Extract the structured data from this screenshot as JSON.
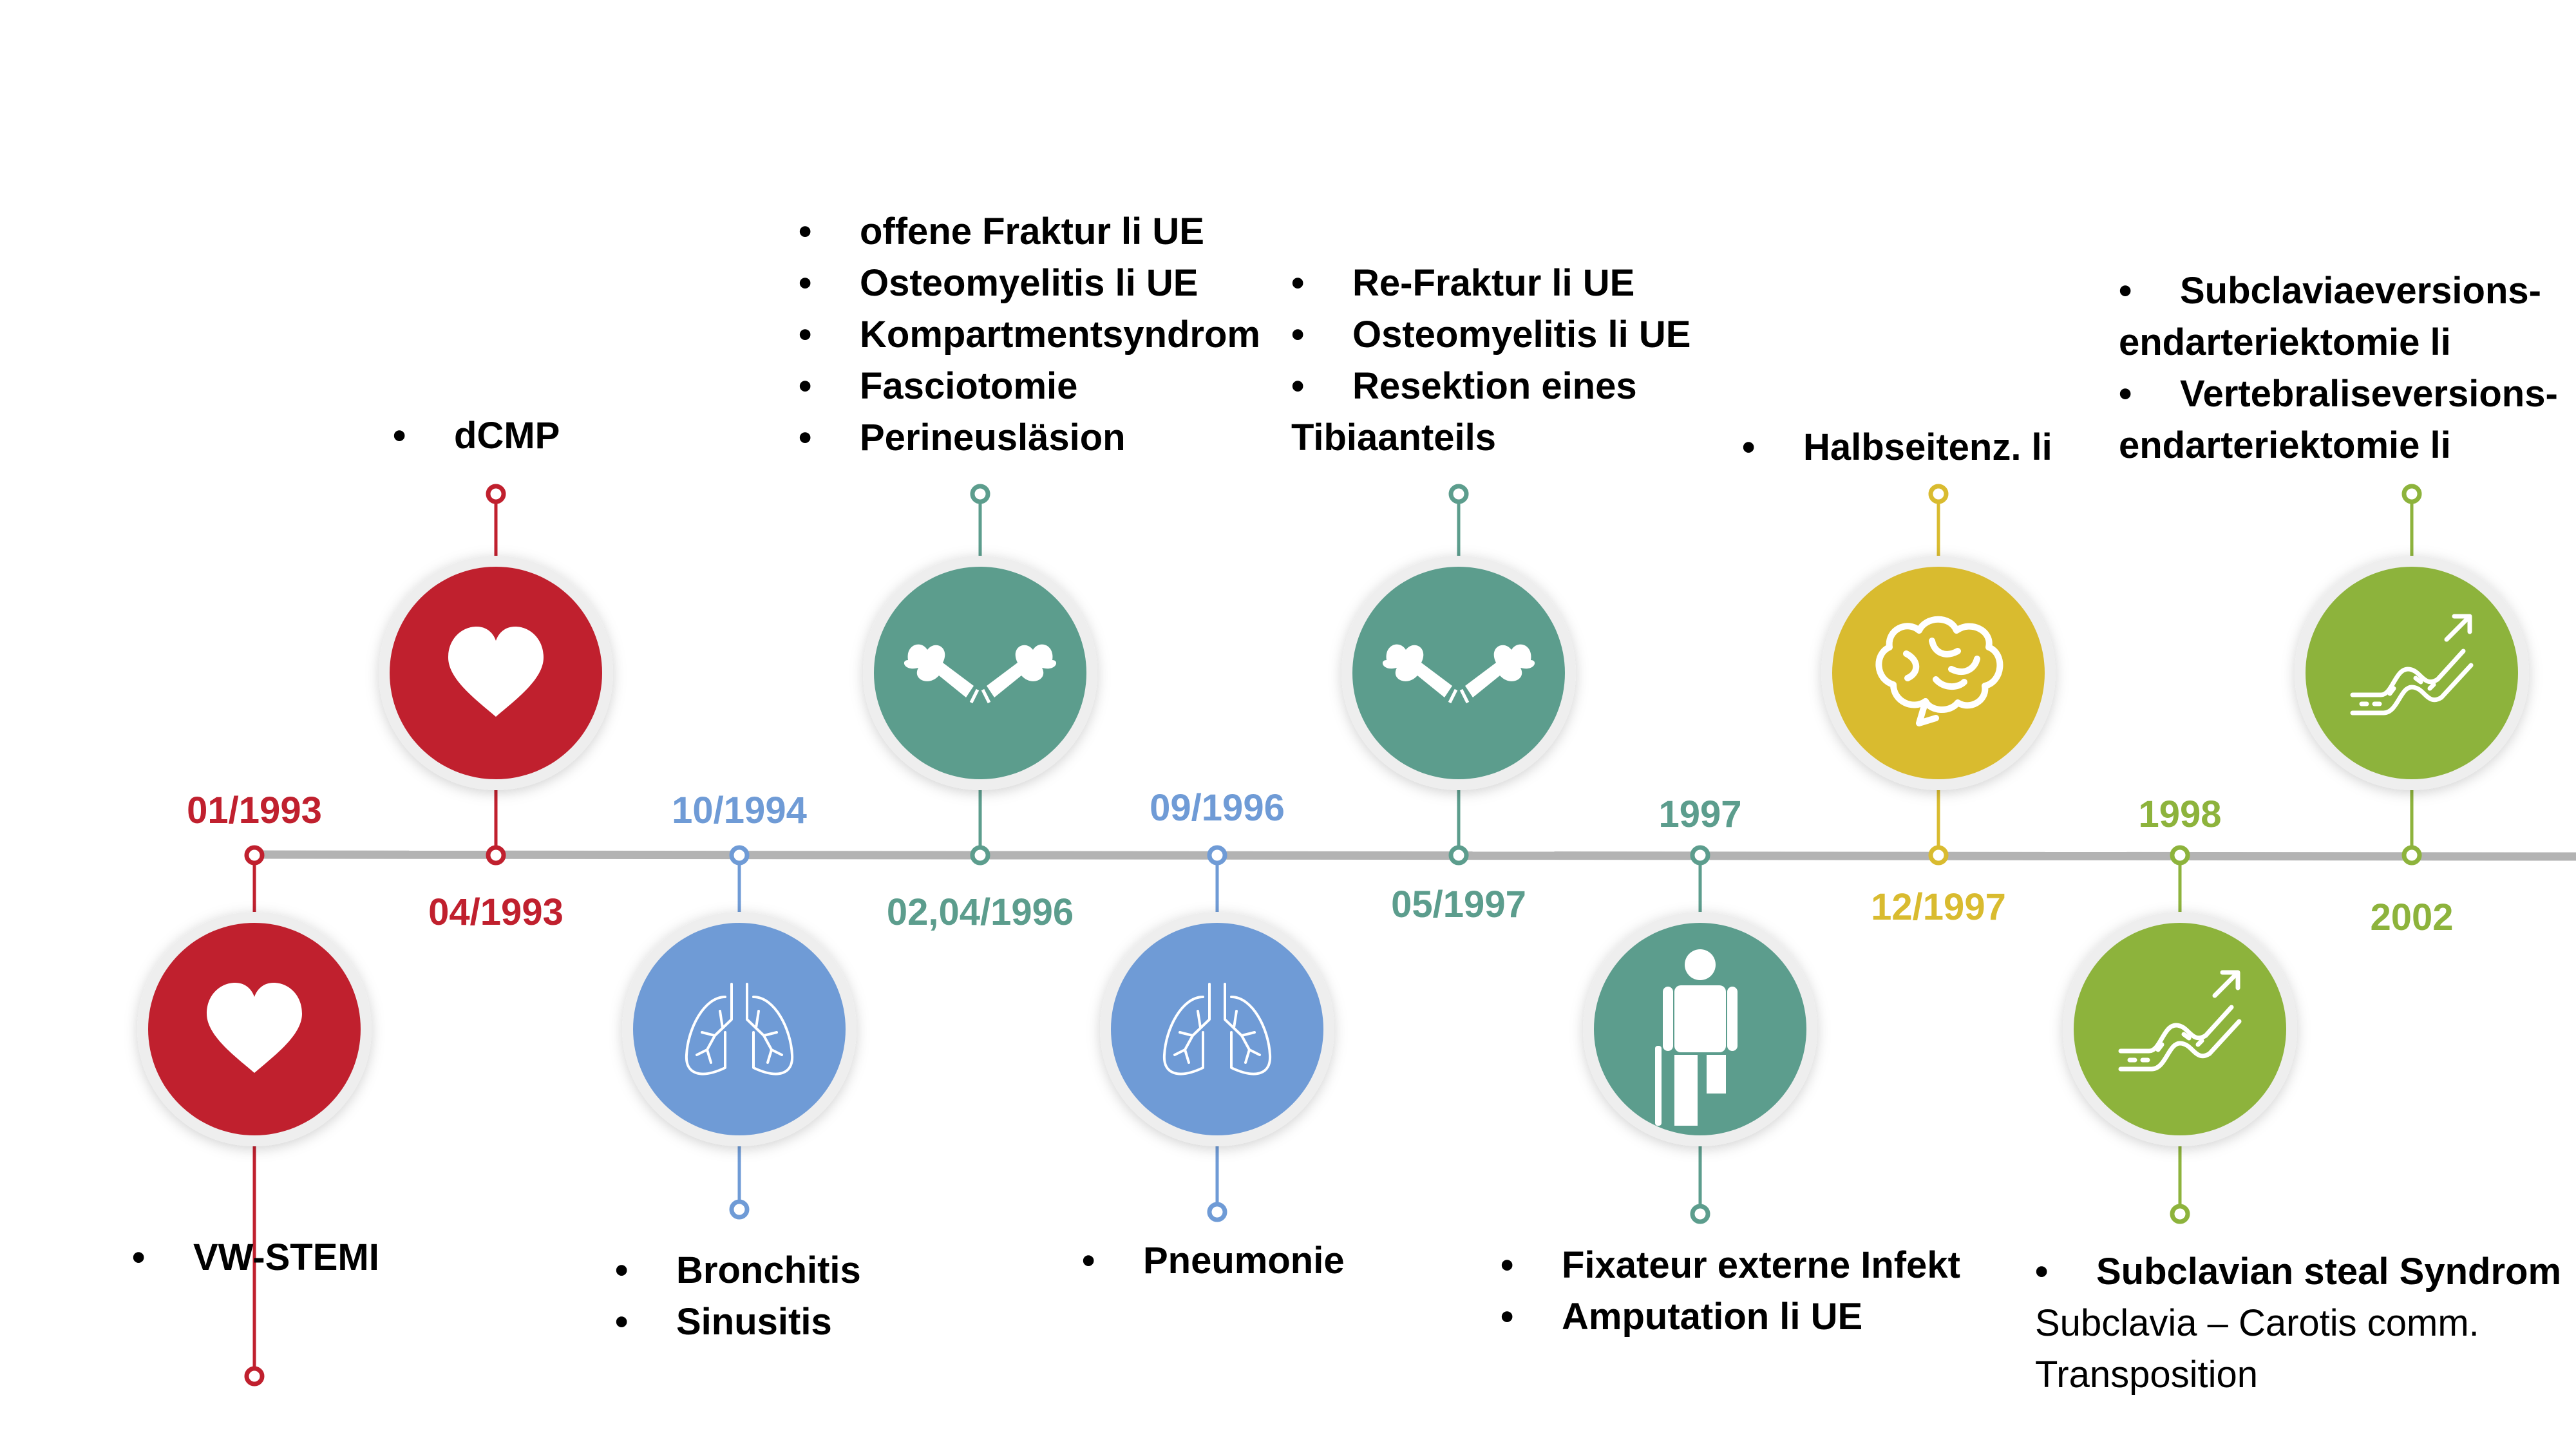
{
  "colors": {
    "red": "#c0202e",
    "blue": "#6f9bd6",
    "teal": "#5c9d8d",
    "yellow": "#d9bb2f",
    "green": "#8db33c",
    "axis": "#b3b3b3",
    "ring": "#eeeeee"
  },
  "events": [
    {
      "date": "01/1993",
      "side": "below",
      "color": "red",
      "icon": "heart-icon",
      "items": [
        {
          "text": "VW-STEMI",
          "bullet": true
        }
      ]
    },
    {
      "date": "04/1993",
      "side": "above",
      "color": "red",
      "icon": "heart-icon",
      "items": [
        {
          "text": "dCMP",
          "bullet": true
        }
      ]
    },
    {
      "date": "10/1994",
      "side": "below",
      "color": "blue",
      "icon": "lungs-icon",
      "items": [
        {
          "text": "Bronchitis",
          "bullet": true
        },
        {
          "text": "Sinusitis",
          "bullet": true
        }
      ]
    },
    {
      "date": "02,04/1996",
      "side": "above",
      "color": "teal",
      "icon": "broken-bone-icon",
      "items": [
        {
          "text": "offene Fraktur li UE",
          "bullet": true
        },
        {
          "text": "Osteomyelitis li UE",
          "bullet": true
        },
        {
          "text": "Kompartmentsyndrom",
          "bullet": true
        },
        {
          "text": "Fasciotomie",
          "bullet": true
        },
        {
          "text": "Perineusläsion",
          "bullet": true
        }
      ]
    },
    {
      "date": "09/1996",
      "side": "below",
      "color": "blue",
      "icon": "lungs-icon",
      "items": [
        {
          "text": "Pneumonie",
          "bullet": true
        }
      ]
    },
    {
      "date": "05/1997",
      "side": "above",
      "color": "teal",
      "icon": "broken-bone-icon",
      "items": [
        {
          "text": "Re-Fraktur li UE",
          "bullet": true
        },
        {
          "text": "Osteomyelitis li UE",
          "bullet": true
        },
        {
          "text": "Resektion eines",
          "bullet": true
        },
        {
          "text": "Tibiaanteils",
          "bullet": false
        }
      ]
    },
    {
      "date": "1997",
      "side": "below",
      "color": "teal",
      "icon": "amputee-icon",
      "items": [
        {
          "text": "Fixateur externe Infekt",
          "bullet": true
        },
        {
          "text": "Amputation li UE",
          "bullet": true
        }
      ]
    },
    {
      "date": "12/1997",
      "side": "above",
      "color": "yellow",
      "icon": "brain-icon",
      "items": [
        {
          "text": "Halbseitenz. li",
          "bullet": true
        }
      ]
    },
    {
      "date": "1998",
      "side": "below",
      "color": "green",
      "icon": "artery-stent-icon",
      "items": [
        {
          "text": "Subclavian steal Syndrom",
          "bullet": true
        },
        {
          "text": "Subclavia – Carotis comm.",
          "bullet": false,
          "plain": true
        },
        {
          "text": "Transposition",
          "bullet": false,
          "plain": true
        }
      ]
    },
    {
      "date": "2002",
      "side": "above",
      "color": "green",
      "icon": "artery-stent-icon",
      "items": [
        {
          "text": "Subclaviaeversions-",
          "bullet": true
        },
        {
          "text": "endarteriektomie li",
          "bullet": false
        },
        {
          "text": "Vertebraliseversions-",
          "bullet": true
        },
        {
          "text": "endarteriektomie li",
          "bullet": false
        }
      ]
    }
  ]
}
